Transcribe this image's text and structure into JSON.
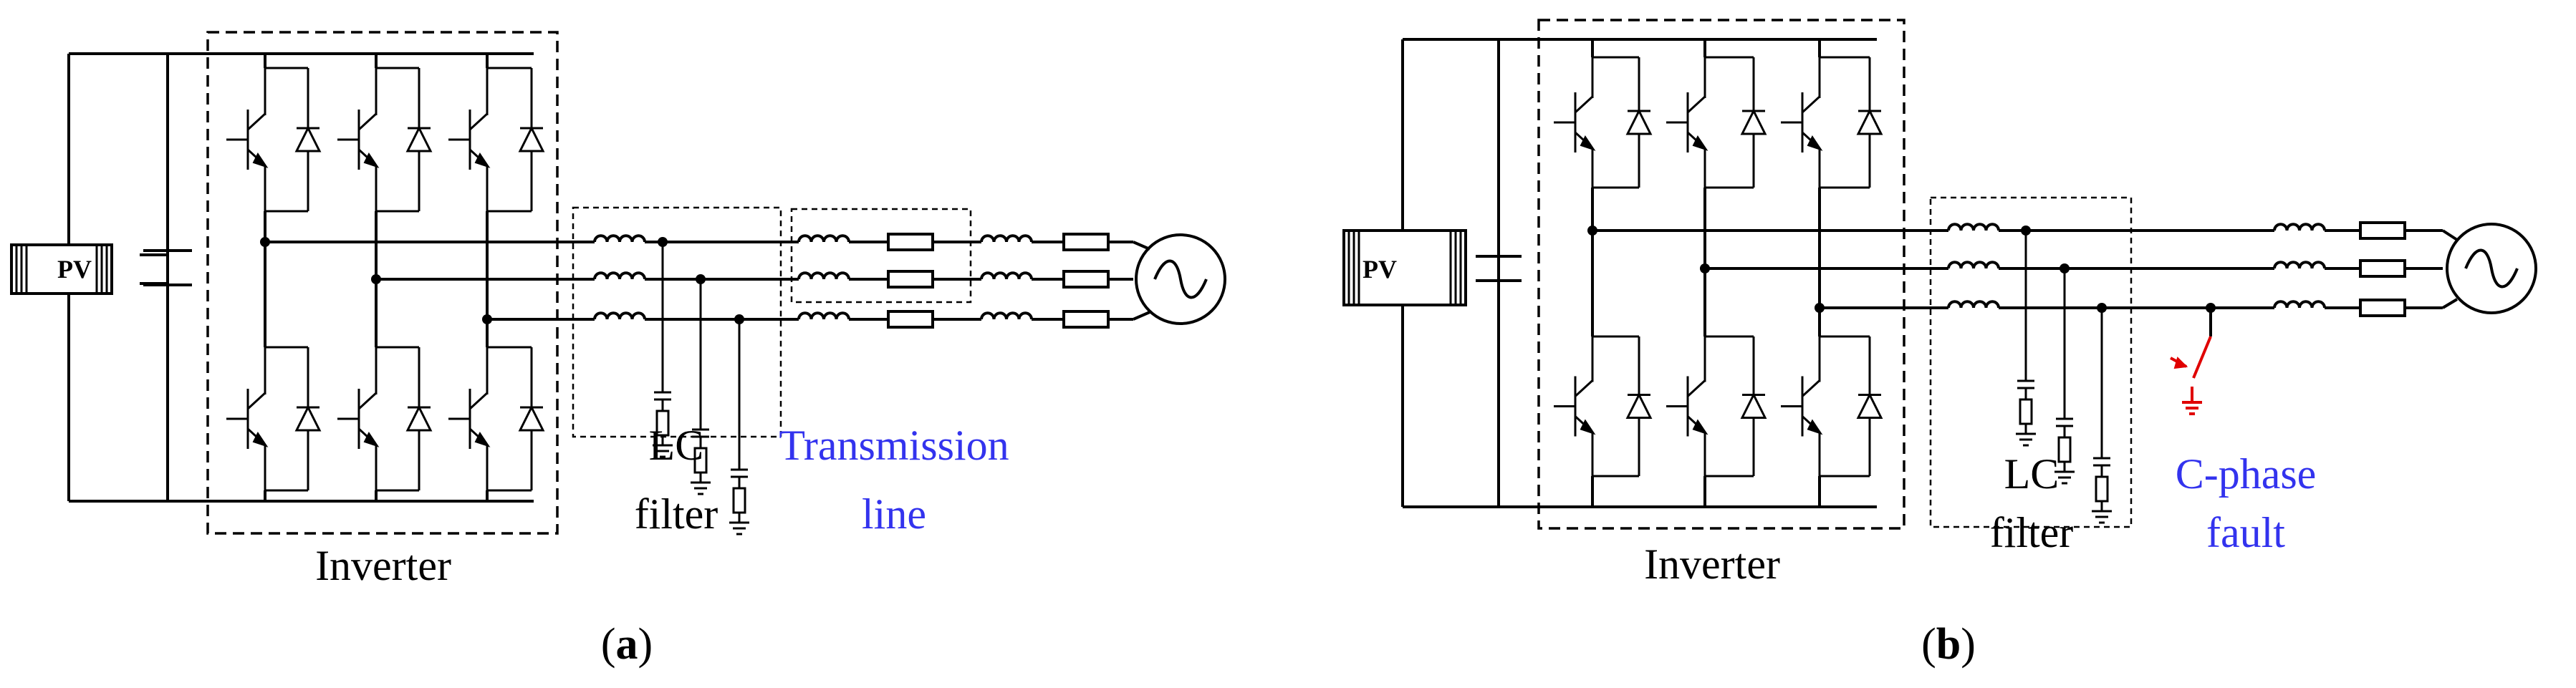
{
  "panel_a": {
    "pv_label": "PV",
    "inverter_label": "Inverter",
    "lc_label_line1": "LC",
    "lc_label_line2": "filter",
    "tline_label_line1": "Transmission",
    "tline_label_line2": "line",
    "caption_open": "(",
    "caption_letter": "a",
    "caption_close": ")"
  },
  "panel_b": {
    "pv_label": "PV",
    "inverter_label": "Inverter",
    "lc_label_line1": "LC",
    "lc_label_line2": "filter",
    "fault_label_line1": "C-phase",
    "fault_label_line2": "fault",
    "caption_open": "(",
    "caption_letter": "b",
    "caption_close": ")"
  },
  "colors": {
    "wire": "#000000",
    "highlight_text": "#3333ee",
    "fault": "#e00000"
  }
}
